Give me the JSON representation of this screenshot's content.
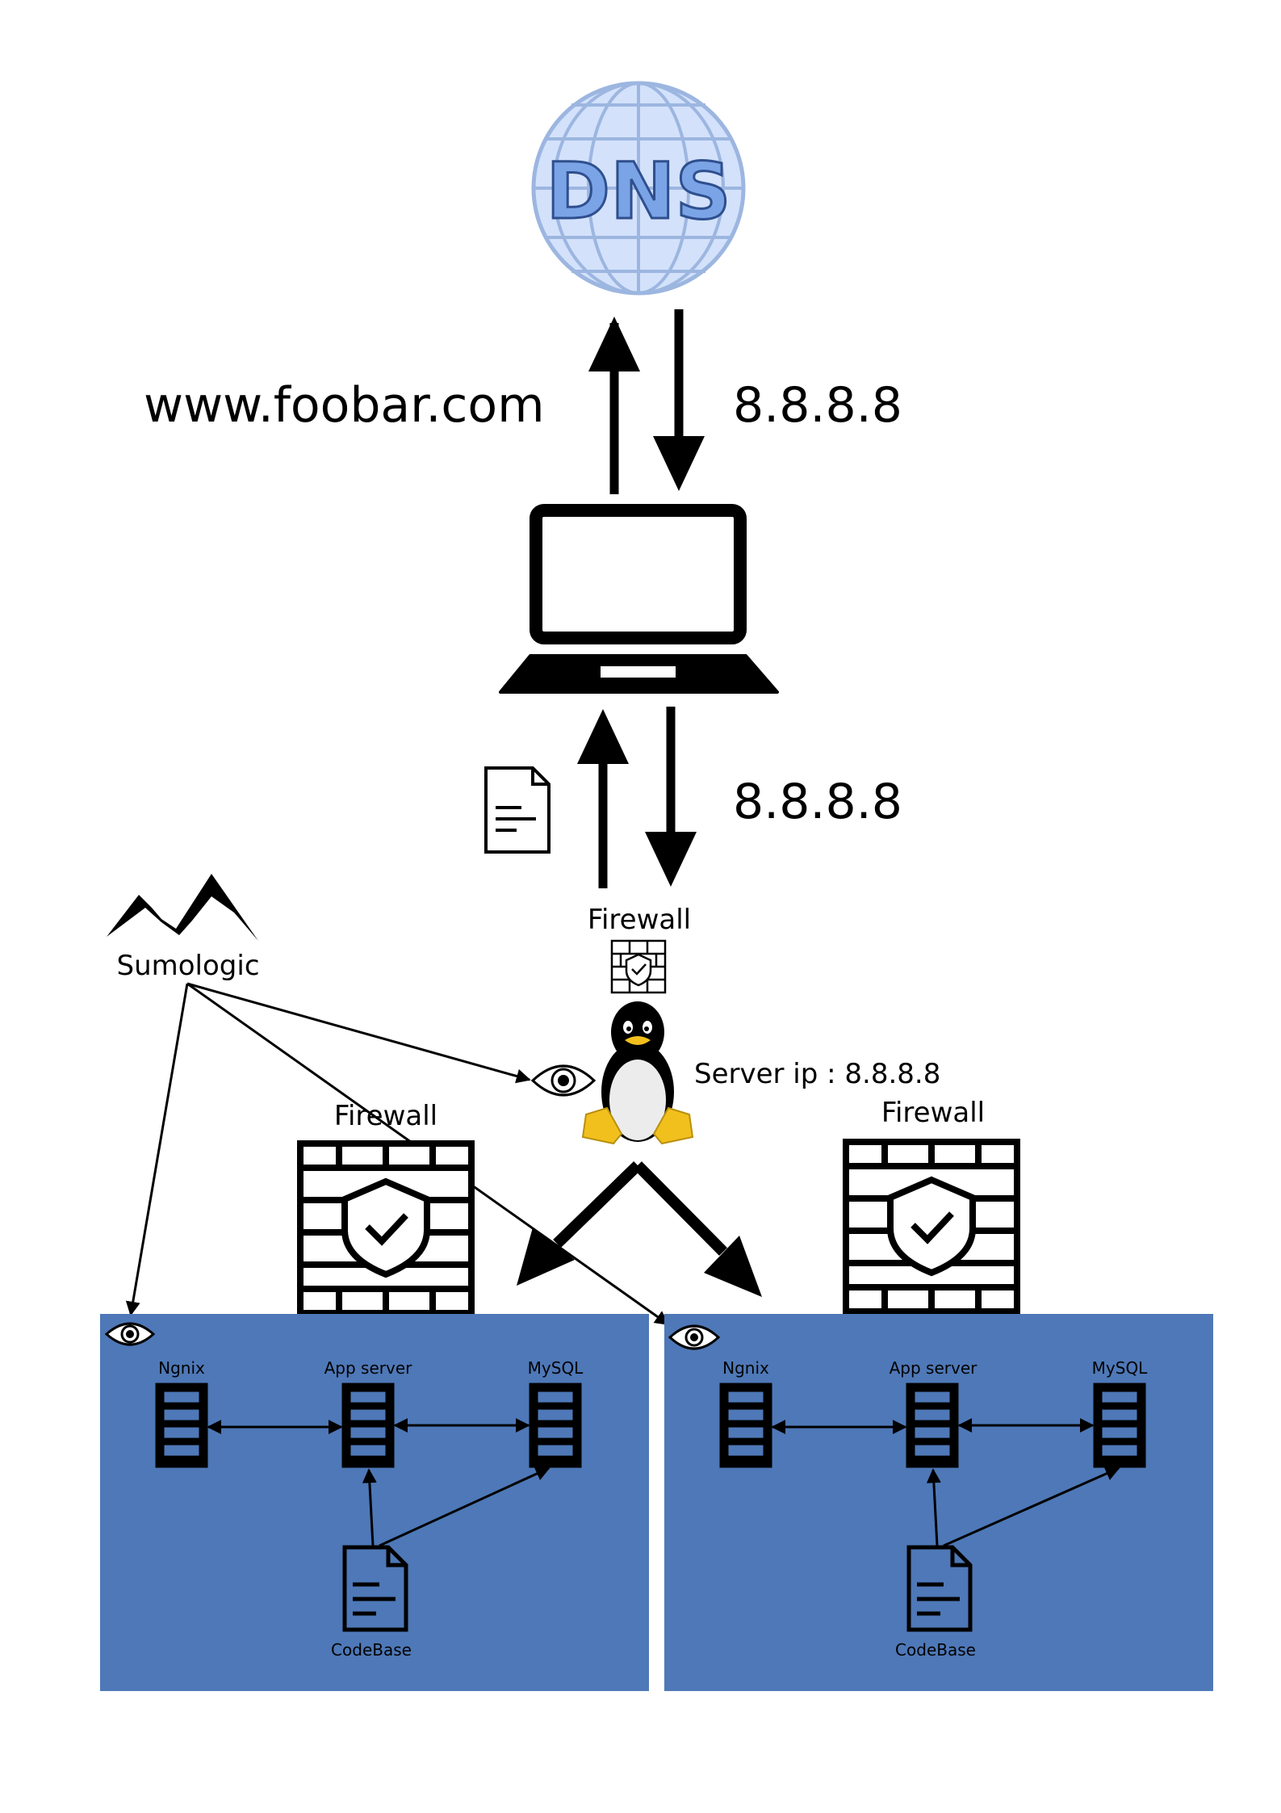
{
  "dns": {
    "label": "DNS"
  },
  "request": {
    "domain": "www.foobar.com",
    "dns_reply_ip": "8.8.8.8",
    "server_reply_ip": "8.8.8.8"
  },
  "top_firewall": {
    "label": "Firewall"
  },
  "monitoring": {
    "label": "Sumologic"
  },
  "server": {
    "ip_label": "Server ip : 8.8.8.8"
  },
  "firewalls": [
    {
      "label": "Firewall"
    },
    {
      "label": "Firewall"
    }
  ],
  "clusters": [
    {
      "components": {
        "web": "Ngnix",
        "app": "App server",
        "db": "MySQL",
        "code": "CodeBase"
      }
    },
    {
      "components": {
        "web": "Ngnix",
        "app": "App server",
        "db": "MySQL",
        "code": "CodeBase"
      }
    }
  ],
  "colors": {
    "cluster_bg": "#4e78b7",
    "globe_fill": "#d3e1fb",
    "globe_line": "#9cb6e0",
    "dns_text": "#7aa4e6",
    "penguin_feet": "#f2c01d"
  }
}
